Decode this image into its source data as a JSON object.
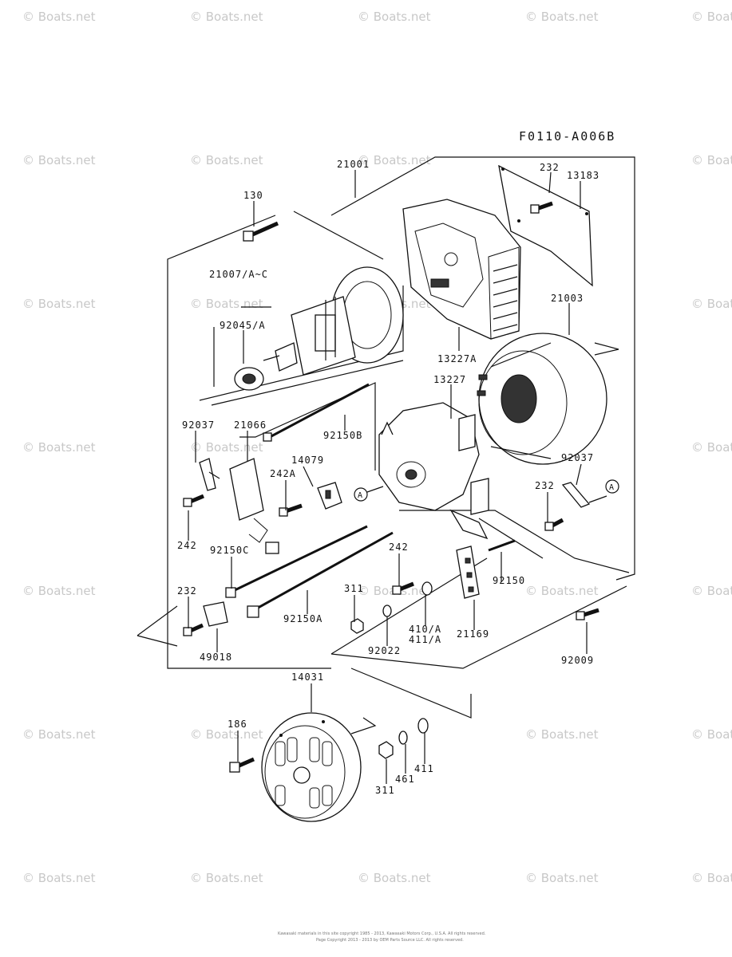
{
  "diagram_code": "F0110-A006B",
  "watermark": "© Boats.net",
  "footer": {
    "line1": "Kawasaki materials in this site copyright 1985 - 2013, Kawasaki Motors Corp., U.S.A. All rights reserved.",
    "line2": "Page Copyright 2013 - 2013 by OEM Parts Source LLC. All rights reserved."
  },
  "callouts": {
    "c21001": "21001",
    "c232_top": "232",
    "c13183": "13183",
    "c130": "130",
    "c21007": "21007/A~C",
    "c92045": "92045/A",
    "c21003": "21003",
    "c13227A": "13227A",
    "c13227": "13227",
    "c92037_l": "92037",
    "c21066": "21066",
    "c92150B": "92150B",
    "c14079": "14079",
    "c242A": "242A",
    "ref_A_l": "A",
    "ref_A_r": "A",
    "c92037_r": "92037",
    "c232_r": "232",
    "c242_l": "242",
    "c92150C": "92150C",
    "c242_m": "242",
    "c92150": "92150",
    "c232_l": "232",
    "c311_a": "311",
    "c410": "410/A",
    "c411A": "411/A",
    "c21169": "21169",
    "c92150A": "92150A",
    "c92022": "92022",
    "c49018": "49018",
    "c92009": "92009",
    "c14031": "14031",
    "c186": "186",
    "c311_b": "311",
    "c461": "461",
    "c411": "411"
  }
}
